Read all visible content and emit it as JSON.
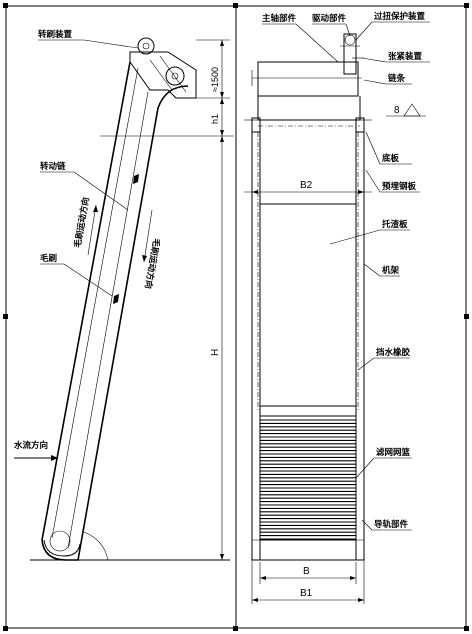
{
  "side_view": {
    "brush_device": "转刷装置",
    "drive_chain": "转动链",
    "brush": "毛刷",
    "flow_direction": "水流方向",
    "brush_motion_1": "毛刷运动方向",
    "brush_motion_2": "毛刷运动方向",
    "dim_top": "≈1500",
    "dim_h1": "h1",
    "dim_H": "H"
  },
  "front_view": {
    "main_shaft": "主轴部件",
    "drive_unit": "驱动部件",
    "overload_protect": "过扭保护装置",
    "tension_device": "张紧装置",
    "chain": "链条",
    "base_plate": "底板",
    "embedded_plate": "预埋钢板",
    "support_plate": "托渣板",
    "frame": "机架",
    "water_rubber": "挡水橡胶",
    "filter_screen": "滤网网篮",
    "guide_rail": "导轨部件",
    "water_level": "8",
    "dim_B2": "B2",
    "dim_B": "B",
    "dim_B1": "B1"
  }
}
